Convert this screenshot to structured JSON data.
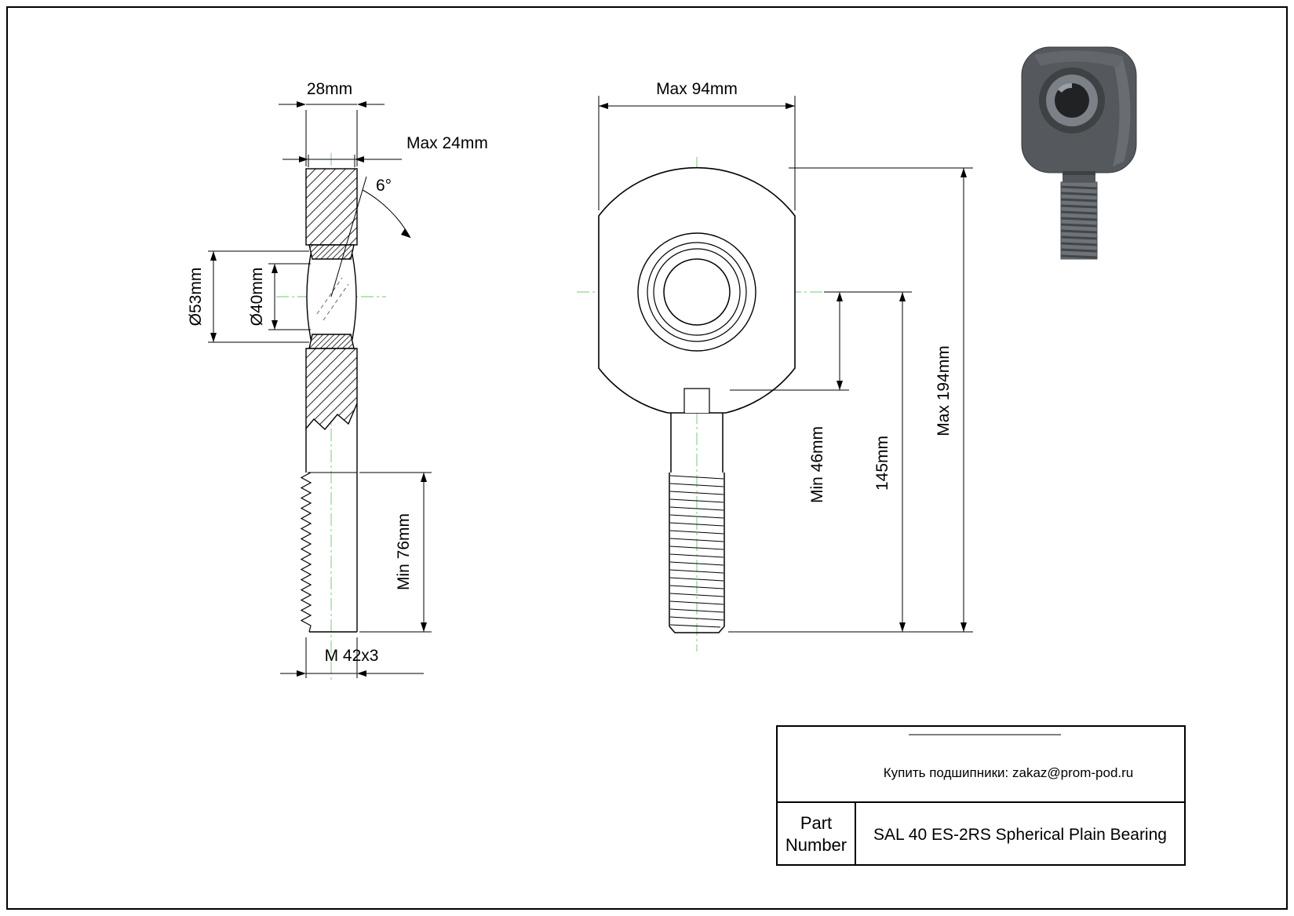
{
  "dims": {
    "side": {
      "head_width": "28mm",
      "ball_width": "Max 24mm",
      "misalignment_angle": "6°",
      "ball_diameter": "Ø53mm",
      "bore_diameter": "Ø40mm",
      "thread_min_length": "Min 76mm",
      "thread_spec": "M 42x3"
    },
    "front": {
      "head_width_max": "Max 94mm",
      "center_to_shoulder_min": "Min 46mm",
      "center_to_end": "145mm",
      "overall_length_max": "Max 194mm"
    }
  },
  "title_block": {
    "contact": "Купить подшипники: zakaz@prom-pod.ru",
    "part_label_line1": "Part",
    "part_label_line2": "Number",
    "part_number": "SAL 40 ES-2RS Spherical Plain Bearing"
  },
  "colors": {
    "line": "#000000",
    "centerline": "#8fd48f",
    "render_body": "#55595d"
  }
}
